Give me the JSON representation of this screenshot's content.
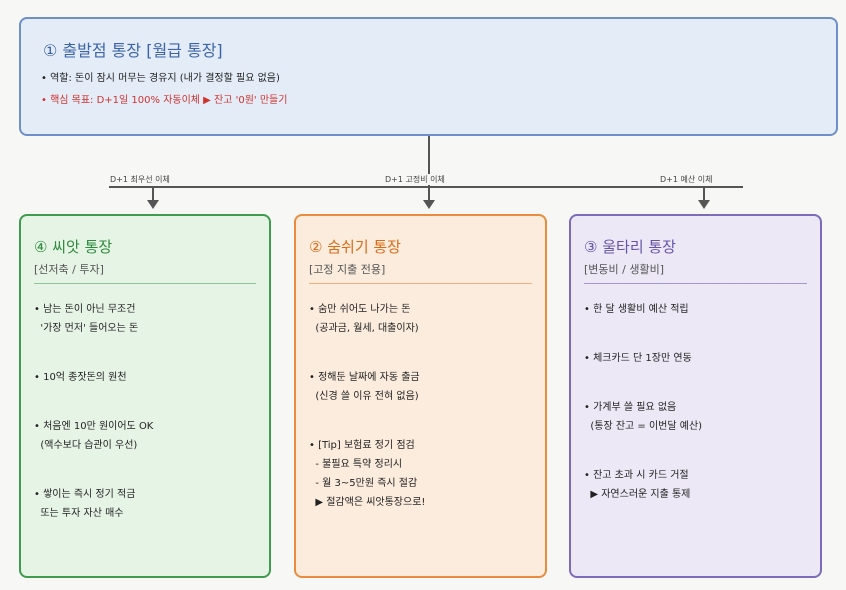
{
  "top": {
    "title": "① 출발점 통장 [월급 통장]",
    "role": "• 역할: 돈이 잠시 머무는 경유지 (내가 결정할 필요 없음)",
    "goal": "• 핵심 목표: D+1일 100% 자동이체 ▶ 잔고 '0원' 만들기"
  },
  "transfers": [
    "D+1 최우선 이체",
    "D+1 고정비 이체",
    "D+1 예산 이체"
  ],
  "seed": {
    "title": "④ 씨앗 통장",
    "subtitle": "[선저축 / 투자]",
    "items": [
      "• 남는 돈이 아닌 무조건\n  '가장 먼저' 들어오는 돈",
      "• 10억 종잣돈의 원천",
      "• 처음엔 10만 원이어도 OK\n  (액수보다 습관이 우선)",
      "• 쌓이는 즉시 정기 적금\n  또는 투자 자산 매수"
    ]
  },
  "rest": {
    "title": "② 숨쉬기 통장",
    "subtitle": "[고정 지출 전용]",
    "items": [
      "• 숨만 쉬어도 나가는 돈\n  (공과금, 월세, 대출이자)",
      "• 정해둔 날짜에 자동 출금\n  (신경 쓸 이유 전혀 없음)",
      "• [Tip] 보험료 정기 점검\n  - 불필요 특약 정리시\n  - 월 3~5만원 즉시 절감\n  ▶ 절감액은 씨앗통장으로!"
    ]
  },
  "fence": {
    "title": "③ 울타리 통장",
    "subtitle": "[변동비 / 생활비]",
    "items": [
      "• 한 달 생활비 예산 적립",
      "• 체크카드 단 1장만 연동",
      "• 가계부 쓸 필요 없음\n  (통장 잔고 = 이번달 예산)",
      "• 잔고 초과 시 카드 거절\n  ▶ 자연스러운 지출 통제"
    ]
  }
}
